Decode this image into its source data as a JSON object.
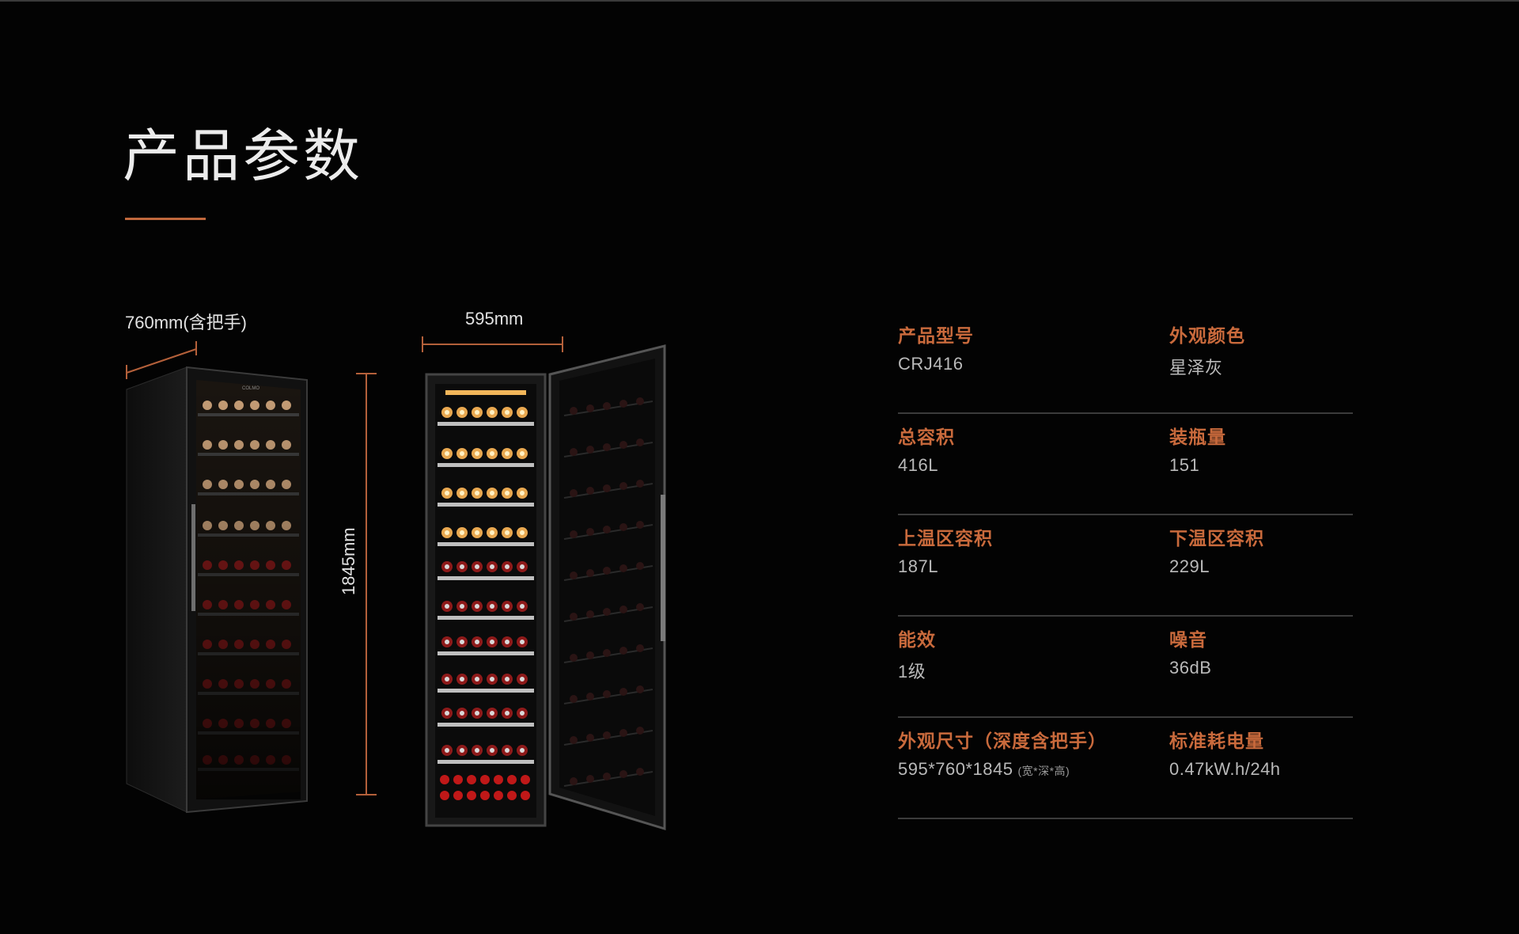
{
  "page": {
    "title": "产品参数",
    "accent_color": "#c96a3c"
  },
  "dimensions": {
    "depth_label": "760mm(含把手)",
    "width_label": "595mm",
    "height_label": "1845mm"
  },
  "product": {
    "brand_mark": "COLMO"
  },
  "specs": [
    {
      "left": {
        "label": "产品型号",
        "value": "CRJ416"
      },
      "right": {
        "label": "外观颜色",
        "value": "星泽灰"
      }
    },
    {
      "left": {
        "label": "总容积",
        "value": "416L"
      },
      "right": {
        "label": "装瓶量",
        "value": "151"
      }
    },
    {
      "left": {
        "label": "上温区容积",
        "value": "187L"
      },
      "right": {
        "label": "下温区容积",
        "value": "229L"
      }
    },
    {
      "left": {
        "label": "能效",
        "value": "1级"
      },
      "right": {
        "label": "噪音",
        "value": "36dB"
      }
    },
    {
      "left": {
        "label": "外观尺寸（深度含把手）",
        "value": "595*760*1845",
        "note": "(宽*深*高)"
      },
      "right": {
        "label": "标准耗电量",
        "value": "0.47kW.h/24h"
      }
    }
  ]
}
